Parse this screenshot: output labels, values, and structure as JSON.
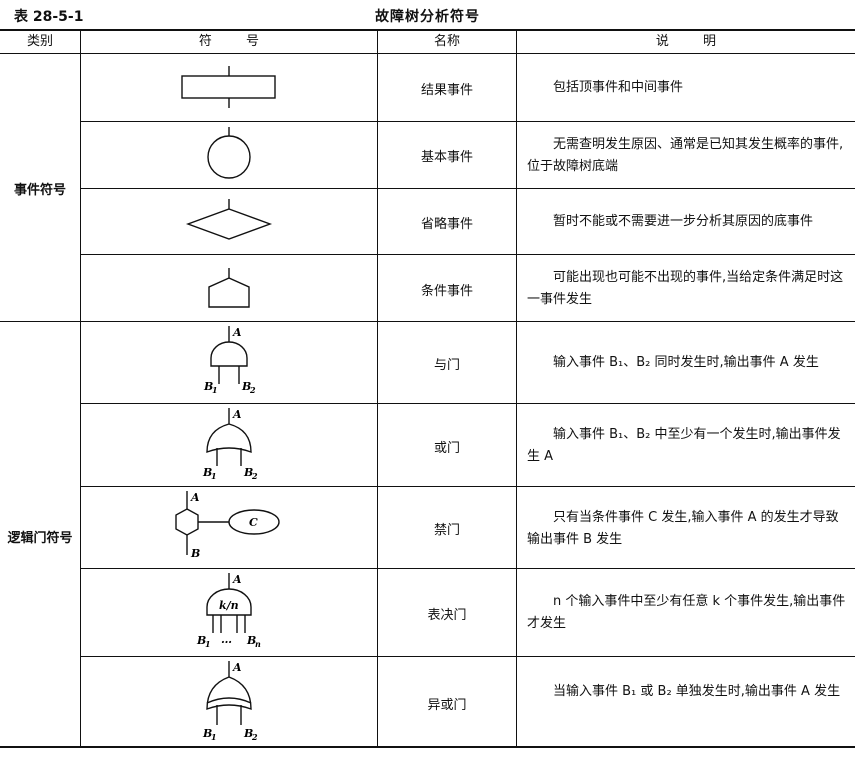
{
  "caption": {
    "number": "表 28-5-1",
    "title": "故障树分析符号"
  },
  "headers": {
    "category": "类别",
    "symbol": "符 号",
    "name": "名称",
    "description": "说 明"
  },
  "categories": {
    "event": "事件符号",
    "logic": "逻辑门符号"
  },
  "rows": [
    {
      "name": "结果事件",
      "desc": "包括顶事件和中间事件"
    },
    {
      "name": "基本事件",
      "desc": "无需查明发生原因、通常是已知其发生概率的事件,位于故障树底端"
    },
    {
      "name": "省略事件",
      "desc": "暂时不能或不需要进一步分析其原因的底事件"
    },
    {
      "name": "条件事件",
      "desc": "可能出现也可能不出现的事件,当给定条件满足时这一事件发生"
    },
    {
      "name": "与门",
      "desc": "输入事件 B₁、B₂ 同时发生时,输出事件 A 发生"
    },
    {
      "name": "或门",
      "desc": "输入事件 B₁、B₂ 中至少有一个发生时,输出事件发生 A"
    },
    {
      "name": "禁门",
      "desc": "只有当条件事件 C 发生,输入事件 A 的发生才导致输出事件 B 发生"
    },
    {
      "name": "表决门",
      "desc": "n 个输入事件中至少有任意 k 个事件发生,输出事件才发生"
    },
    {
      "name": "异或门",
      "desc": "当输入事件 B₁ 或 B₂ 单独发生时,输出事件 A 发生"
    }
  ],
  "symbol_labels": {
    "a": "A",
    "b": "B",
    "b1": "B",
    "b2": "B",
    "bn": "B",
    "sub1": "1",
    "sub2": "2",
    "subn": "n",
    "c": "C",
    "kn": "k/n",
    "dots": "…"
  }
}
